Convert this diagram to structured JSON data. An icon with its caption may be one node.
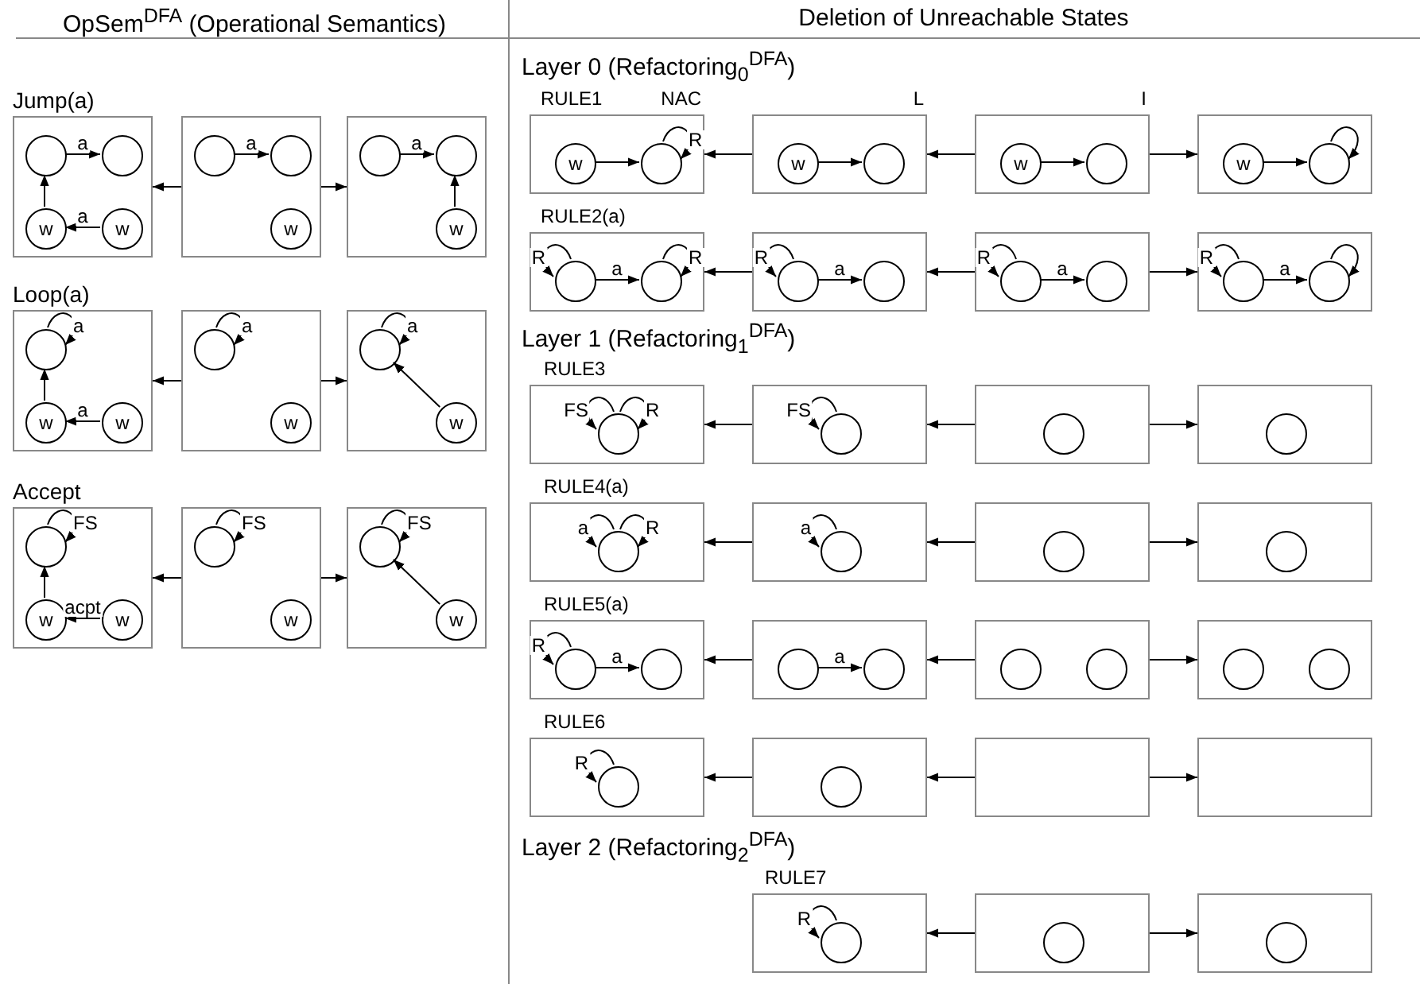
{
  "diagram": {
    "nodes": [
      {
        "text": [],
        "shape": "box"
      },
      {
        "text": [],
        "shape": "circle",
        "in": 0
      },
      {
        "text": [],
        "shape": "circle",
        "in": 0
      },
      {
        "text": [
          "w"
        ],
        "in": 0
      },
      {
        "text": [
          "w"
        ],
        "in": 0
      },
      {
        "text": [],
        "shape": "box"
      },
      {
        "text": [],
        "shape": "circle",
        "in": 5
      },
      {
        "text": [],
        "shape": "circle",
        "in": 5
      },
      {
        "text": [
          "w"
        ],
        "in": 5
      },
      {
        "text": [],
        "shape": "box"
      },
      {
        "text": [],
        "shape": "circle",
        "in": 9
      },
      {
        "text": [],
        "shape": "circle",
        "in": 9
      },
      {
        "text": [
          "w"
        ],
        "in": 9
      },
      {
        "text": [],
        "shape": "box"
      },
      {
        "text": [],
        "shape": "circle",
        "in": 13
      },
      {
        "text": [
          "w"
        ],
        "in": 13
      },
      {
        "text": [
          "w"
        ],
        "in": 13
      },
      {
        "text": [],
        "shape": "box"
      },
      {
        "text": [],
        "shape": "circle",
        "in": 17
      },
      {
        "text": [
          "w"
        ],
        "in": 17
      },
      {
        "text": [],
        "shape": "box"
      },
      {
        "text": [],
        "shape": "circle",
        "in": 20
      },
      {
        "text": [
          "w"
        ],
        "in": 20
      },
      {
        "text": [],
        "shape": "box"
      },
      {
        "text": [],
        "shape": "circle",
        "in": 23
      },
      {
        "text": [
          "w"
        ],
        "in": 23
      },
      {
        "text": [
          "w"
        ],
        "in": 23
      },
      {
        "text": [],
        "shape": "box"
      },
      {
        "text": [],
        "shape": "circle",
        "in": 27
      },
      {
        "text": [
          "w"
        ],
        "in": 27
      },
      {
        "text": [],
        "shape": "box"
      },
      {
        "text": [],
        "shape": "circle",
        "in": 30
      },
      {
        "text": [
          "w"
        ],
        "in": 30
      },
      {
        "text": [],
        "shape": "box"
      },
      {
        "text": [
          "w"
        ],
        "in": 33
      },
      {
        "text": [],
        "shape": "circle",
        "in": 33
      },
      {
        "text": [],
        "shape": "box"
      },
      {
        "text": [
          "w"
        ],
        "in": 36
      },
      {
        "text": [],
        "shape": "circle",
        "in": 36
      },
      {
        "text": [],
        "shape": "box"
      },
      {
        "text": [
          "w"
        ],
        "in": 39
      },
      {
        "text": [],
        "shape": "circle",
        "in": 39
      },
      {
        "text": [],
        "shape": "box"
      },
      {
        "text": [
          "w"
        ],
        "in": 42
      },
      {
        "text": [],
        "shape": "circle",
        "in": 42
      },
      {
        "text": [],
        "shape": "box"
      },
      {
        "text": [],
        "shape": "circle",
        "in": 45
      },
      {
        "text": [],
        "shape": "circle",
        "in": 45
      },
      {
        "text": [],
        "shape": "box"
      },
      {
        "text": [],
        "shape": "circle",
        "in": 48
      },
      {
        "text": [],
        "shape": "circle",
        "in": 48
      },
      {
        "text": [],
        "shape": "box"
      },
      {
        "text": [],
        "shape": "circle",
        "in": 51
      },
      {
        "text": [],
        "shape": "circle",
        "in": 51
      },
      {
        "text": [],
        "shape": "box"
      },
      {
        "text": [],
        "shape": "circle",
        "in": 54
      },
      {
        "text": [],
        "shape": "circle",
        "in": 54
      },
      {
        "text": [],
        "shape": "box"
      },
      {
        "text": [],
        "shape": "circle",
        "in": 57
      },
      {
        "text": [],
        "shape": "box"
      },
      {
        "text": [],
        "shape": "circle",
        "in": 59
      },
      {
        "text": [],
        "shape": "box"
      },
      {
        "text": [],
        "shape": "circle",
        "in": 61
      },
      {
        "text": [],
        "shape": "box"
      },
      {
        "text": [],
        "shape": "circle",
        "in": 63
      },
      {
        "text": [],
        "shape": "box"
      },
      {
        "text": [],
        "shape": "circle",
        "in": 65
      },
      {
        "text": [],
        "shape": "box"
      },
      {
        "text": [],
        "shape": "circle",
        "in": 67
      },
      {
        "text": [],
        "shape": "box"
      },
      {
        "text": [],
        "shape": "circle",
        "in": 69
      },
      {
        "text": [],
        "shape": "box"
      },
      {
        "text": [],
        "shape": "circle",
        "in": 71
      },
      {
        "text": [],
        "shape": "box"
      },
      {
        "text": [],
        "shape": "circle",
        "in": 73
      },
      {
        "text": [],
        "shape": "circle",
        "in": 73
      },
      {
        "text": [],
        "shape": "box"
      },
      {
        "text": [],
        "shape": "circle",
        "in": 76
      },
      {
        "text": [],
        "shape": "circle",
        "in": 76
      },
      {
        "text": [],
        "shape": "box"
      },
      {
        "text": [],
        "shape": "circle",
        "in": 79
      },
      {
        "text": [],
        "shape": "circle",
        "in": 79
      },
      {
        "text": [],
        "shape": "box"
      },
      {
        "text": [],
        "shape": "circle",
        "in": 82
      },
      {
        "text": [],
        "shape": "circle",
        "in": 82
      },
      {
        "text": [],
        "shape": "box"
      },
      {
        "text": [],
        "shape": "circle",
        "in": 85
      },
      {
        "text": [],
        "shape": "box"
      },
      {
        "text": [],
        "shape": "circle",
        "in": 87
      },
      {
        "text": [],
        "shape": "box"
      },
      {
        "text": [],
        "shape": "box"
      },
      {
        "text": [],
        "shape": "box"
      },
      {
        "text": [],
        "shape": "circle",
        "in": 91
      },
      {
        "text": [],
        "shape": "box"
      },
      {
        "text": [],
        "shape": "circle",
        "in": 93
      },
      {
        "text": [],
        "shape": "box"
      },
      {
        "text": [],
        "shape": "circle",
        "in": 95
      }
    ],
    "edges": [
      {
        "from": 1,
        "to": 2,
        "arrow": "to",
        "label": "a"
      },
      {
        "from": 3,
        "to": 1,
        "arrow": "to"
      },
      {
        "from": 4,
        "to": 3,
        "arrow": "to",
        "label": "a"
      },
      {
        "from": 6,
        "to": 7,
        "arrow": "to",
        "label": "a"
      },
      {
        "from": 10,
        "to": 11,
        "arrow": "to",
        "label": "a"
      },
      {
        "from": 12,
        "to": 11,
        "arrow": "to"
      },
      {
        "from": 5,
        "to": 0,
        "arrow": "to"
      },
      {
        "from": 5,
        "to": 9,
        "arrow": "to"
      },
      {
        "from": 14,
        "to": 14,
        "arrow": "to",
        "label": "a"
      },
      {
        "from": 15,
        "to": 14,
        "arrow": "to"
      },
      {
        "from": 16,
        "to": 15,
        "arrow": "to",
        "label": "a"
      },
      {
        "from": 18,
        "to": 18,
        "arrow": "to",
        "label": "a"
      },
      {
        "from": 21,
        "to": 21,
        "arrow": "to",
        "label": "a"
      },
      {
        "from": 22,
        "to": 21,
        "arrow": "to"
      },
      {
        "from": 17,
        "to": 13,
        "arrow": "to"
      },
      {
        "from": 17,
        "to": 20,
        "arrow": "to"
      },
      {
        "from": 24,
        "to": 24,
        "arrow": "to",
        "label": "FS"
      },
      {
        "from": 25,
        "to": 24,
        "arrow": "to"
      },
      {
        "from": 26,
        "to": 25,
        "arrow": "to",
        "label": "acpt"
      },
      {
        "from": 28,
        "to": 28,
        "arrow": "to",
        "label": "FS"
      },
      {
        "from": 31,
        "to": 31,
        "arrow": "to",
        "label": "FS"
      },
      {
        "from": 32,
        "to": 31,
        "arrow": "to"
      },
      {
        "from": 27,
        "to": 23,
        "arrow": "to"
      },
      {
        "from": 27,
        "to": 30,
        "arrow": "to"
      },
      {
        "from": 34,
        "to": 35,
        "arrow": "to"
      },
      {
        "from": 35,
        "to": 35,
        "arrow": "to",
        "label": "R"
      },
      {
        "from": 37,
        "to": 38,
        "arrow": "to"
      },
      {
        "from": 40,
        "to": 41,
        "arrow": "to"
      },
      {
        "from": 43,
        "to": 44,
        "arrow": "to"
      },
      {
        "from": 44,
        "to": 44,
        "arrow": "to"
      },
      {
        "from": 36,
        "to": 33,
        "arrow": "to"
      },
      {
        "from": 39,
        "to": 36,
        "arrow": "to"
      },
      {
        "from": 39,
        "to": 42,
        "arrow": "to"
      },
      {
        "from": 46,
        "to": 46,
        "arrow": "to",
        "label": "R"
      },
      {
        "from": 46,
        "to": 47,
        "arrow": "to",
        "label": "a"
      },
      {
        "from": 47,
        "to": 47,
        "arrow": "to",
        "label": "R"
      },
      {
        "from": 49,
        "to": 49,
        "arrow": "to",
        "label": "R"
      },
      {
        "from": 49,
        "to": 50,
        "arrow": "to",
        "label": "a"
      },
      {
        "from": 52,
        "to": 52,
        "arrow": "to",
        "label": "R"
      },
      {
        "from": 52,
        "to": 53,
        "arrow": "to",
        "label": "a"
      },
      {
        "from": 55,
        "to": 55,
        "arrow": "to",
        "label": "R"
      },
      {
        "from": 55,
        "to": 56,
        "arrow": "to",
        "label": "a"
      },
      {
        "from": 56,
        "to": 56,
        "arrow": "to"
      },
      {
        "from": 48,
        "to": 45,
        "arrow": "to"
      },
      {
        "from": 51,
        "to": 48,
        "arrow": "to"
      },
      {
        "from": 51,
        "to": 54,
        "arrow": "to"
      },
      {
        "from": 58,
        "to": 58,
        "arrow": "to",
        "label": "FS"
      },
      {
        "from": 58,
        "to": 58,
        "arrow": "to",
        "label": "R"
      },
      {
        "from": 60,
        "to": 60,
        "arrow": "to",
        "label": "FS"
      },
      {
        "from": 59,
        "to": 57,
        "arrow": "to"
      },
      {
        "from": 61,
        "to": 59,
        "arrow": "to"
      },
      {
        "from": 61,
        "to": 63,
        "arrow": "to"
      },
      {
        "from": 66,
        "to": 66,
        "arrow": "to",
        "label": "a"
      },
      {
        "from": 66,
        "to": 66,
        "arrow": "to",
        "label": "R"
      },
      {
        "from": 68,
        "to": 68,
        "arrow": "to",
        "label": "a"
      },
      {
        "from": 67,
        "to": 65,
        "arrow": "to"
      },
      {
        "from": 69,
        "to": 67,
        "arrow": "to"
      },
      {
        "from": 69,
        "to": 71,
        "arrow": "to"
      },
      {
        "from": 74,
        "to": 74,
        "arrow": "to",
        "label": "R"
      },
      {
        "from": 74,
        "to": 75,
        "arrow": "to",
        "label": "a"
      },
      {
        "from": 77,
        "to": 78,
        "arrow": "to",
        "label": "a"
      },
      {
        "from": 76,
        "to": 73,
        "arrow": "to"
      },
      {
        "from": 79,
        "to": 76,
        "arrow": "to"
      },
      {
        "from": 79,
        "to": 82,
        "arrow": "to"
      },
      {
        "from": 86,
        "to": 86,
        "arrow": "to",
        "label": "R"
      },
      {
        "from": 87,
        "to": 85,
        "arrow": "to"
      },
      {
        "from": 89,
        "to": 87,
        "arrow": "to"
      },
      {
        "from": 89,
        "to": 90,
        "arrow": "to"
      },
      {
        "from": 92,
        "to": 92,
        "arrow": "to",
        "label": "R"
      },
      {
        "from": 93,
        "to": 91,
        "arrow": "to"
      },
      {
        "from": 93,
        "to": 95,
        "arrow": "to"
      }
    ],
    "labels": [
      "OpSem$^{DFA}$ (Operational Semantics)",
      "Deletion of Unreachable States",
      "Jump(a)",
      "Loop(a)",
      "Accept",
      "Layer 0 (Refactoring$_{0}$$^{DFA}$)",
      "RULE1",
      "NAC",
      "L",
      "I",
      "RULE2(a)",
      "Layer 1 (Refactoring$_{1}$$^{DFA}$)",
      "RULE3",
      "RULE4(a)",
      "RULE5(a)",
      "RULE6",
      "Layer 2 (Refactoring$_{2}$$^{DFA}$)",
      "RULE7"
    ]
  }
}
